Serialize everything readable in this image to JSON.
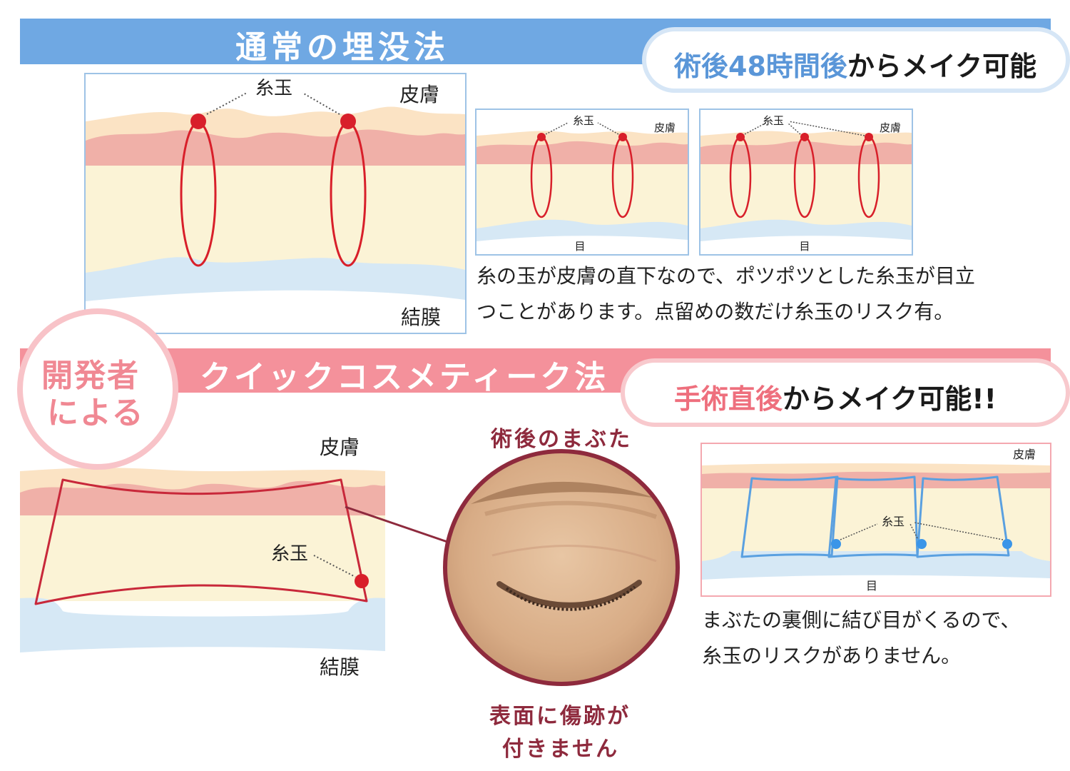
{
  "section1": {
    "title": "通常の埋没法",
    "pill_highlight": "術後48時間後",
    "pill_rest": "からメイク可能",
    "diagram_main": {
      "label_knot": "糸玉",
      "label_skin": "皮膚",
      "label_conjunctiva": "結膜"
    },
    "diagram_small_a": {
      "label_knot": "糸玉",
      "label_skin": "皮膚",
      "label_eye": "目"
    },
    "diagram_small_b": {
      "label_knot": "糸玉",
      "label_skin": "皮膚",
      "label_eye": "目"
    },
    "description_line1": "糸の玉が皮膚の直下なので、ポツポツとした糸玉が目立",
    "description_line2": "つことがあります。点留めの数だけ糸玉のリスク有。"
  },
  "section2": {
    "badge_line1": "開発者",
    "badge_line2": "による",
    "title": "クイックコスメティーク法",
    "pill_highlight": "手術直後",
    "pill_rest": "からメイク可能!!",
    "diagram_main": {
      "label_skin": "皮膚",
      "label_knot": "糸玉",
      "label_conjunctiva": "結膜"
    },
    "eyelid_caption_top": "術後のまぶた",
    "eyelid_caption_bottom_line1": "表面に傷跡が",
    "eyelid_caption_bottom_line2": "付きません",
    "diagram_small": {
      "label_skin": "皮膚",
      "label_knot": "糸玉",
      "label_eye": "目"
    },
    "description_line1": "まぶたの裏側に結び目がくるので、",
    "description_line2": "糸玉のリスクがありません。"
  },
  "colors": {
    "blue_banner": "#6fa8e3",
    "pink_banner": "#f4919b",
    "skin_top": "#fbe3c4",
    "skin_band": "#f0b0a8",
    "tissue": "#fbf3d6",
    "conjunctiva": "#d6e8f5",
    "thread_red": "#d81f2a",
    "thread_blue": "#5aa0e0",
    "maroon": "#8e2a3d"
  }
}
